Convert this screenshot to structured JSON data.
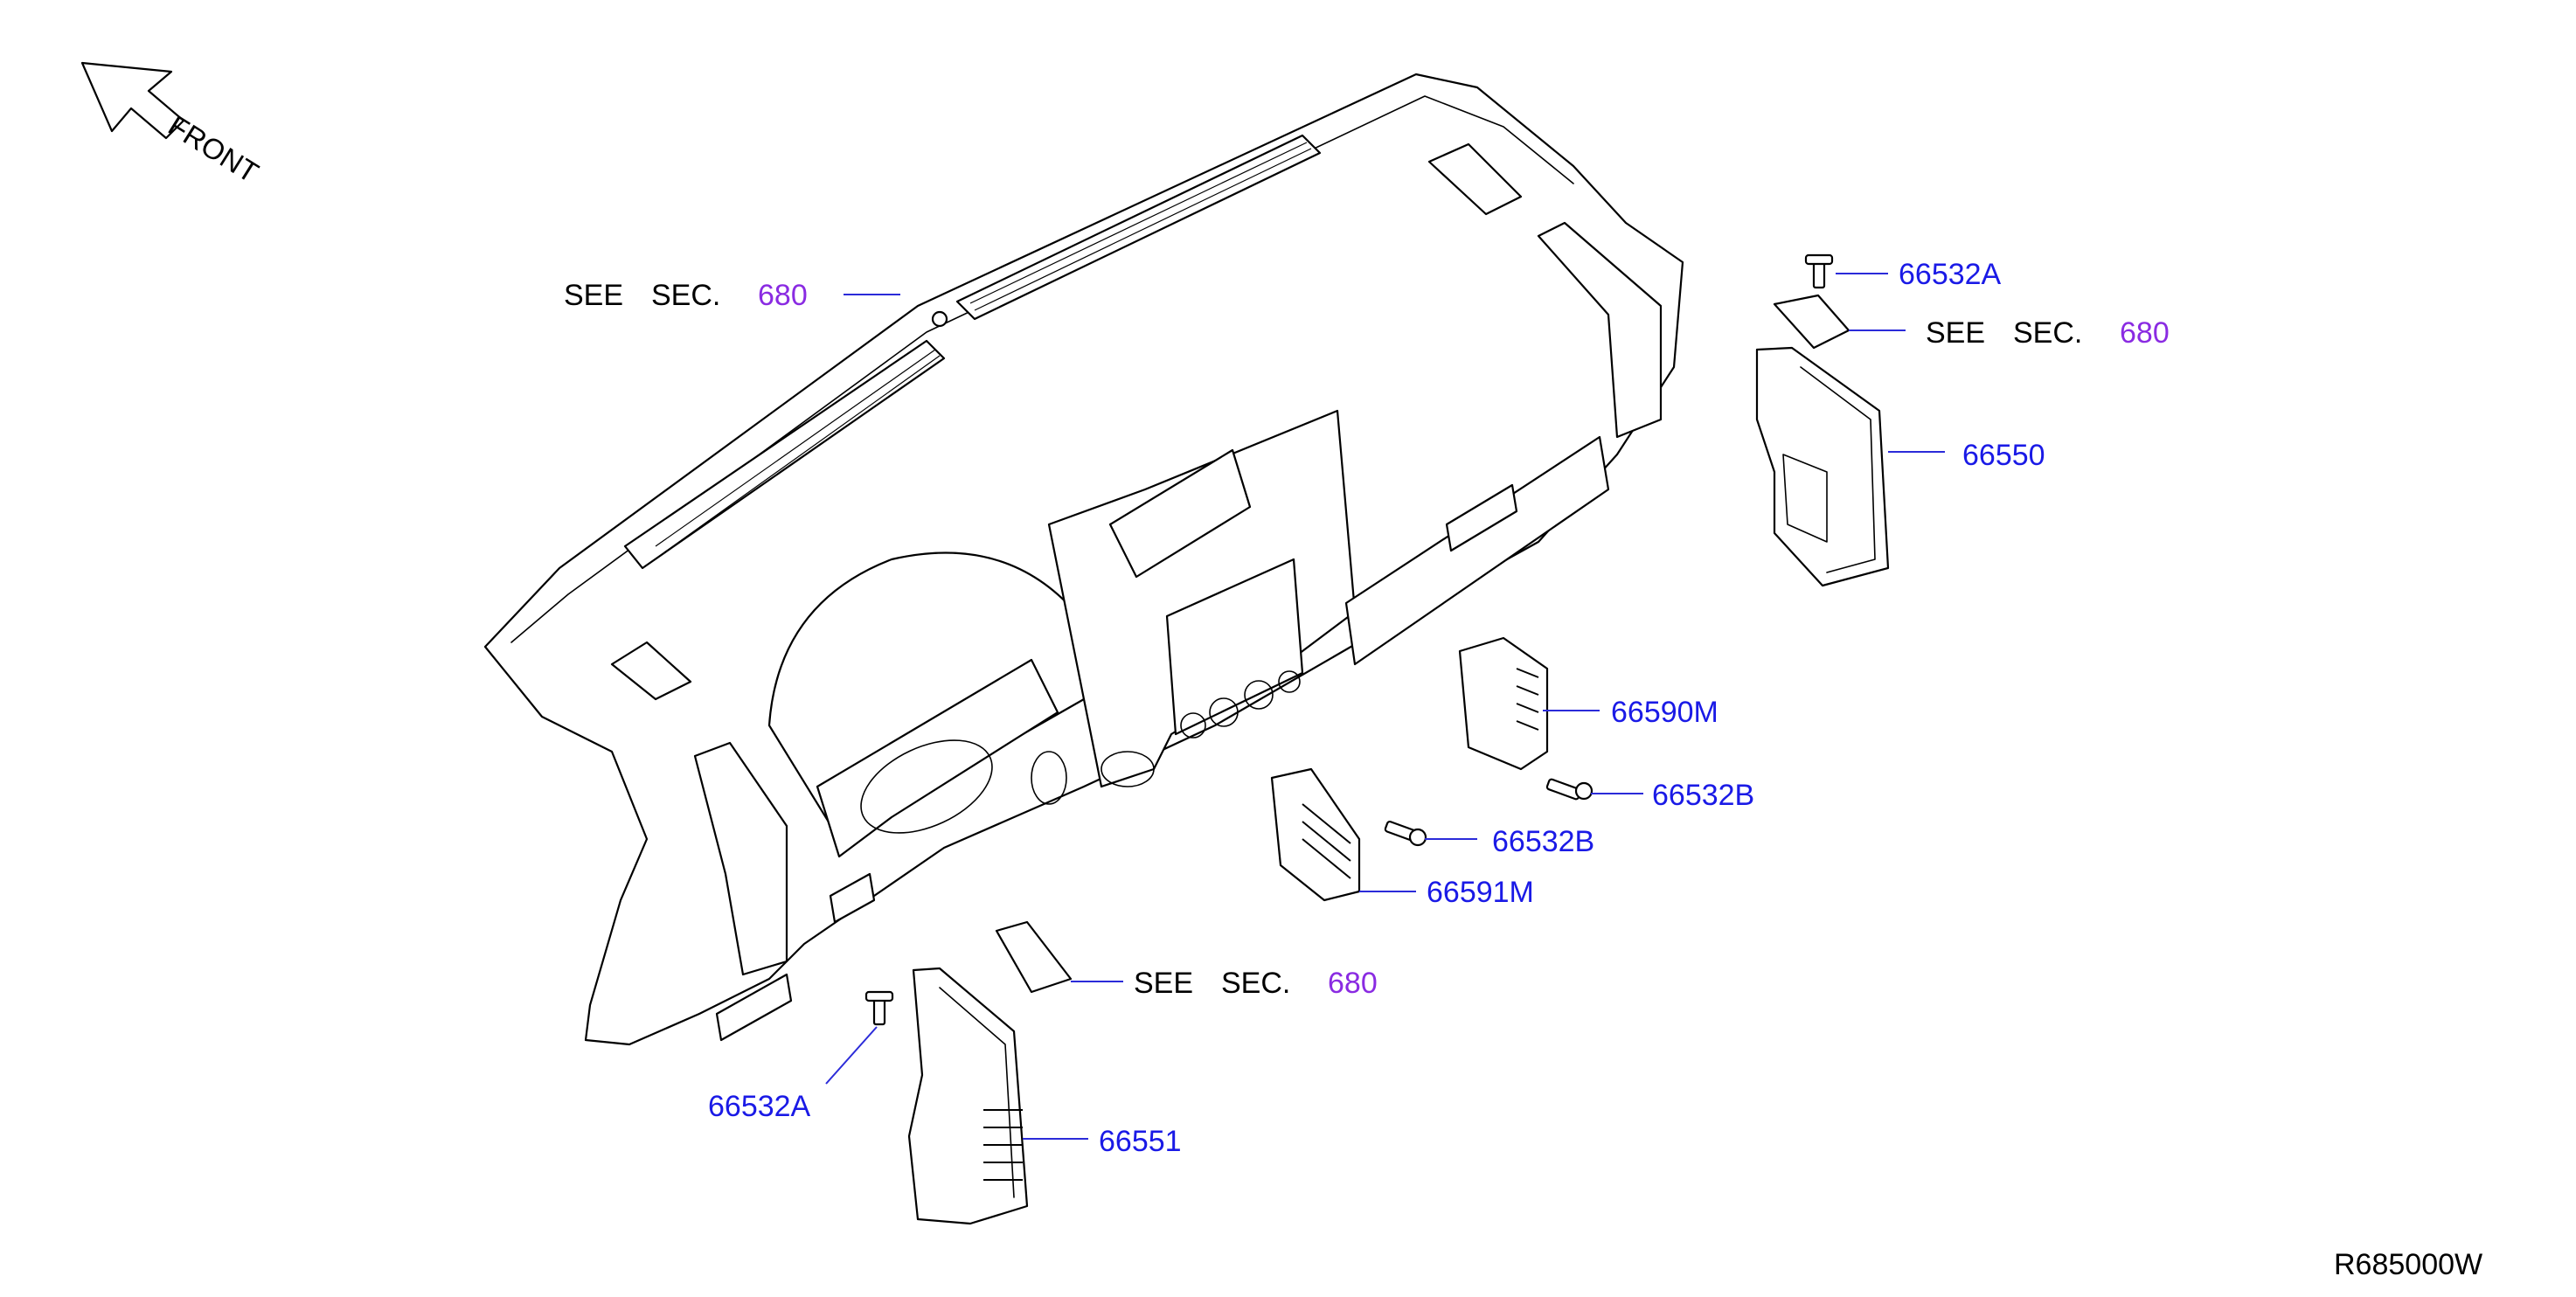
{
  "front_label": "FRONT",
  "see_sec": {
    "see": "SEE",
    "sec": "SEC.",
    "number": "680"
  },
  "part_labels": {
    "p66532A_top": "66532A",
    "p66550": "66550",
    "p66590M": "66590M",
    "p66532B_right": "66532B",
    "p66532B_left": "66532B",
    "p66591M": "66591M",
    "p66532A_bottom": "66532A",
    "p66551": "66551"
  },
  "diagram_code": "R685000W",
  "colors": {
    "part_number": "#1a1ae6",
    "section_ref": "#8a2be2",
    "leader": "#2b2bd9"
  }
}
